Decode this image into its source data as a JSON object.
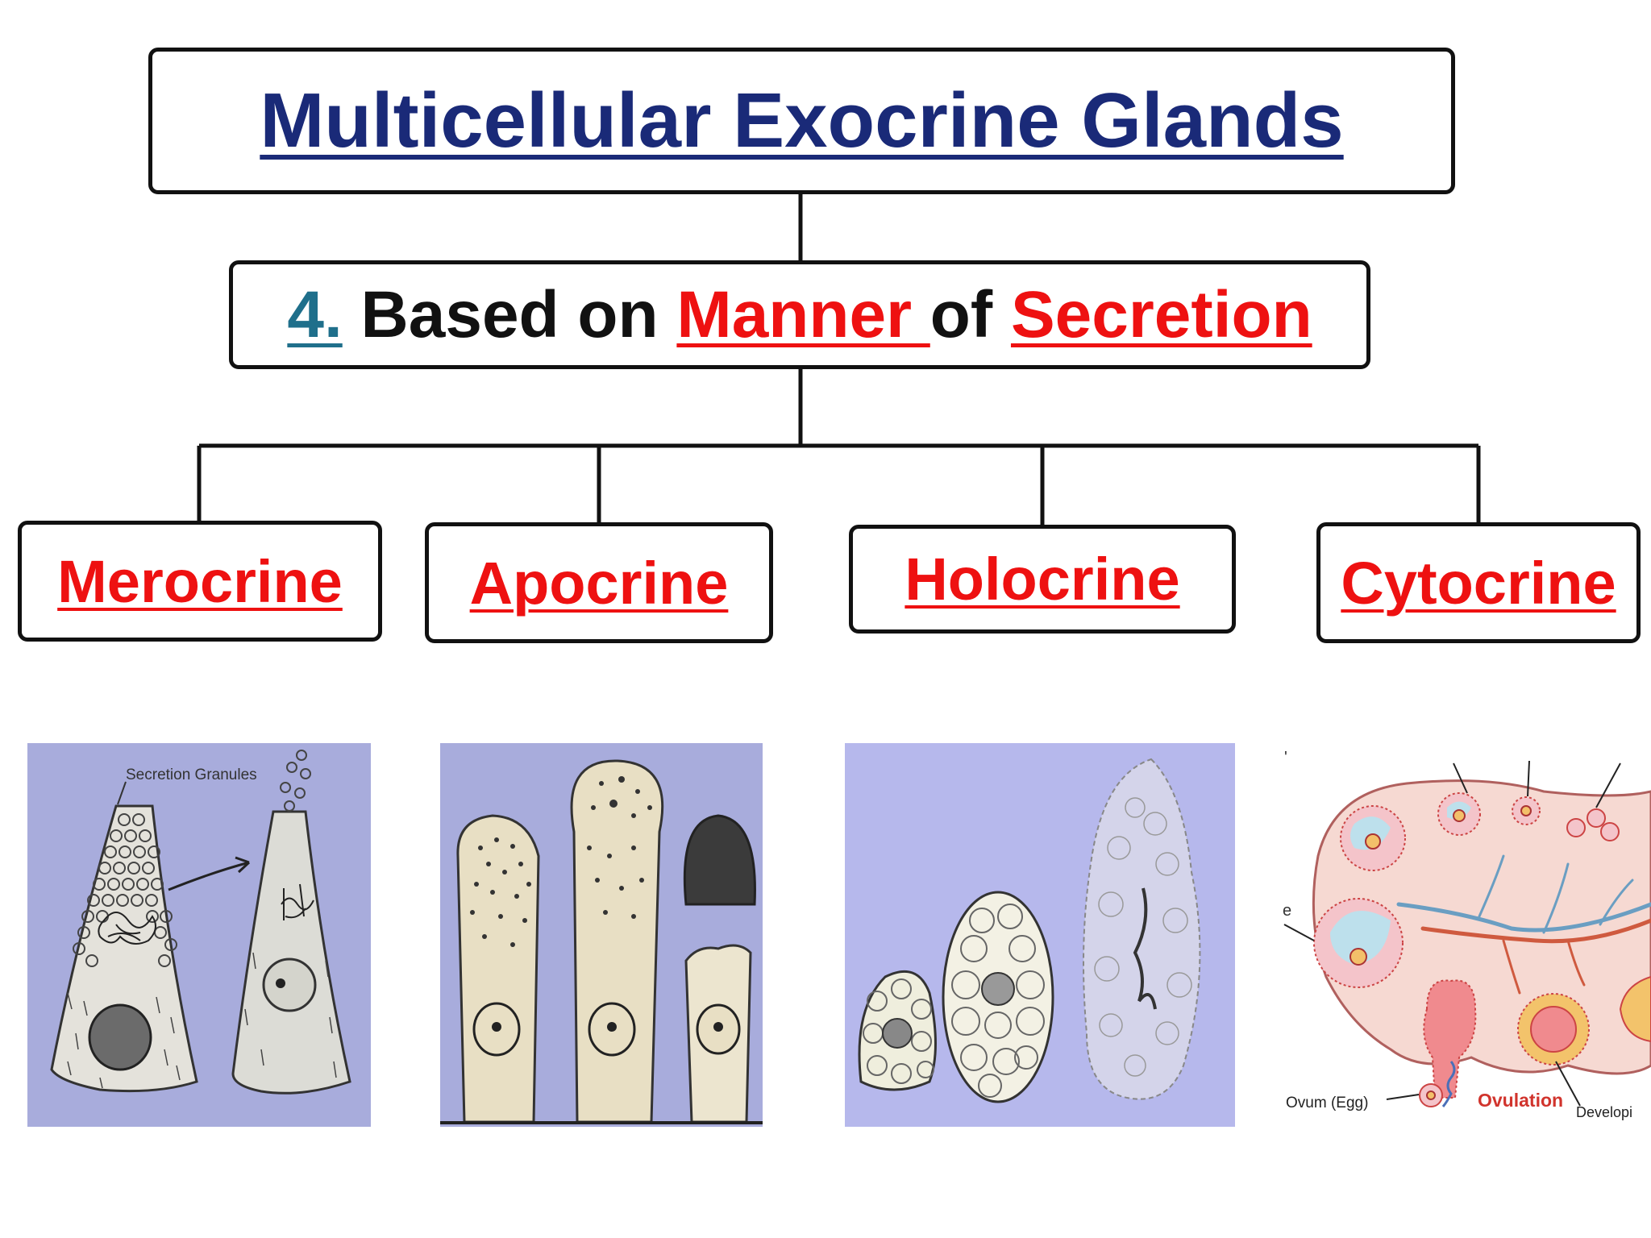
{
  "title": "Multicellular Exocrine Glands",
  "subtitle": {
    "number": "4.",
    "part1": " Based on ",
    "manner": "Manner ",
    "part2": "of ",
    "secretion": "Secretion"
  },
  "types": [
    "Merocrine",
    "Apocrine",
    "Holocrine",
    "Cytocrine"
  ],
  "illustrations": {
    "merocrine_label": "Secretion Granules",
    "cytocrine_labels": {
      "e": "e",
      "ovum": "Ovum (Egg)",
      "ovulation": "Ovulation",
      "developing": "Developi"
    }
  },
  "colors": {
    "title": "#1a2a78",
    "number": "#1f6f8b",
    "highlight": "#ee1111",
    "text": "#111111",
    "panel_bg": "#a8acdc"
  }
}
